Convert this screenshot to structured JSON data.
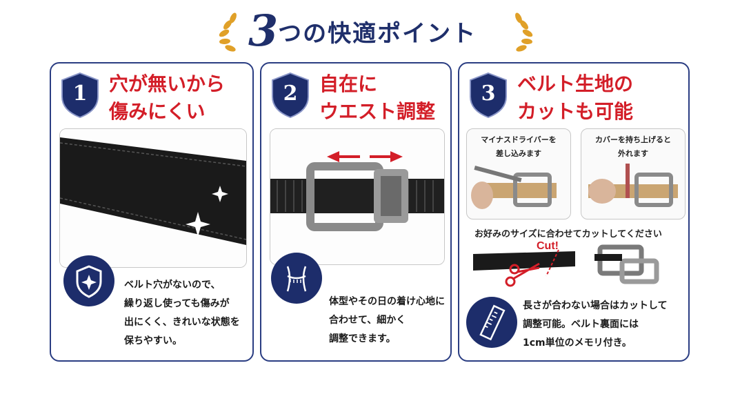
{
  "title": {
    "number": "3",
    "text": "つの快適ポイント"
  },
  "colors": {
    "navy": "#1d2d6b",
    "red": "#d31e28",
    "border": "#2a3d82",
    "gold": "#e0a028"
  },
  "cards": [
    {
      "badge": "1",
      "heading": [
        "穴が無いから",
        "傷みにくい"
      ],
      "icon": "shield-sparkle-icon",
      "desc": [
        "ベルト穴がないので、",
        "繰り返し使っても傷みが",
        "出にくく、きれいな状態を",
        "保ちやすい。"
      ]
    },
    {
      "badge": "2",
      "heading": [
        "自在に",
        "ウエスト調整"
      ],
      "icon": "waist-measure-icon",
      "desc": [
        "体型やその日の着け心地に",
        "合わせて、細かく",
        "調整できます。"
      ]
    },
    {
      "badge": "3",
      "heading": [
        "ベルト生地の",
        "カットも可能"
      ],
      "icon": "ruler-icon",
      "step_labels": [
        [
          "マイナスドライバーを",
          "差し込みます"
        ],
        [
          "カバーを持ち上げると",
          "外れます"
        ]
      ],
      "cut_note": "お好みのサイズに合わせてカットしてください",
      "cut_label": "Cut!",
      "desc": [
        "長さが合わない場合はカットして",
        "調整可能。ベルト裏面には",
        "1cm単位のメモリ付き。"
      ]
    }
  ]
}
